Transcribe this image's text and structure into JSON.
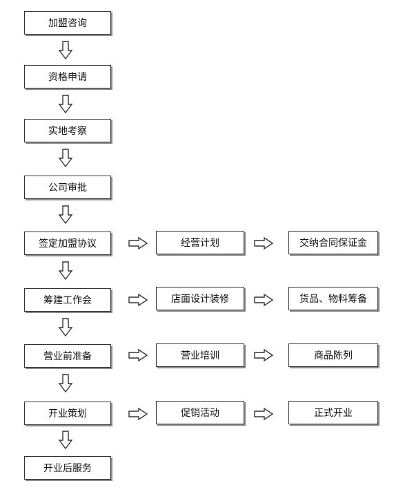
{
  "flow": {
    "main_steps": [
      "加盟咨询",
      "资格申请",
      "实地考察",
      "公司审批",
      "签定加盟协议",
      "筹建工作会",
      "营业前准备",
      "开业策划",
      "开业后服务"
    ],
    "rows": [
      {
        "middle": "经营计划",
        "right": "交纳合同保证金"
      },
      {
        "middle": "店面设计装修",
        "right": "货品、物料筹备"
      },
      {
        "middle": "营业培训",
        "right": "商品陈列"
      },
      {
        "middle": "促销活动",
        "right": "正式开业"
      }
    ]
  }
}
